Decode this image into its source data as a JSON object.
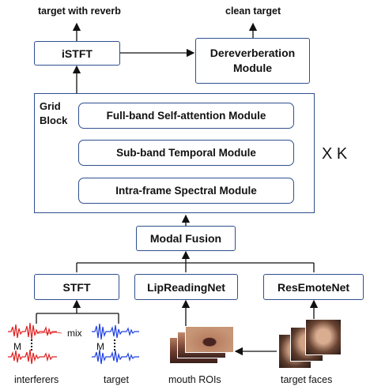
{
  "outputs": {
    "reverb": "target with reverb",
    "clean": "clean target"
  },
  "modules": {
    "istft": "iSTFT",
    "dereverb_line1": "Dereverberation",
    "dereverb_line2": "Module",
    "grid_block_line1": "Grid",
    "grid_block_line2": "Block",
    "full_band": "Full-band Self-attention Module",
    "sub_band": "Sub-band Temporal Module",
    "intra_frame": "Intra-frame Spectral Module",
    "repeat": "X K",
    "modal_fusion": "Modal Fusion",
    "stft": "STFT",
    "lipreading": "LipReadingNet",
    "resemote": "ResEmoteNet"
  },
  "inputs": {
    "mix": "mix",
    "m_left": "M",
    "m_right": "M",
    "interferers": "interferers",
    "target": "target",
    "mouth_rois": "mouth ROIs",
    "target_faces": "target faces"
  },
  "colors": {
    "border": "#2f4f8f",
    "interferer_wave": "#e02020",
    "target_wave": "#2040e0"
  }
}
